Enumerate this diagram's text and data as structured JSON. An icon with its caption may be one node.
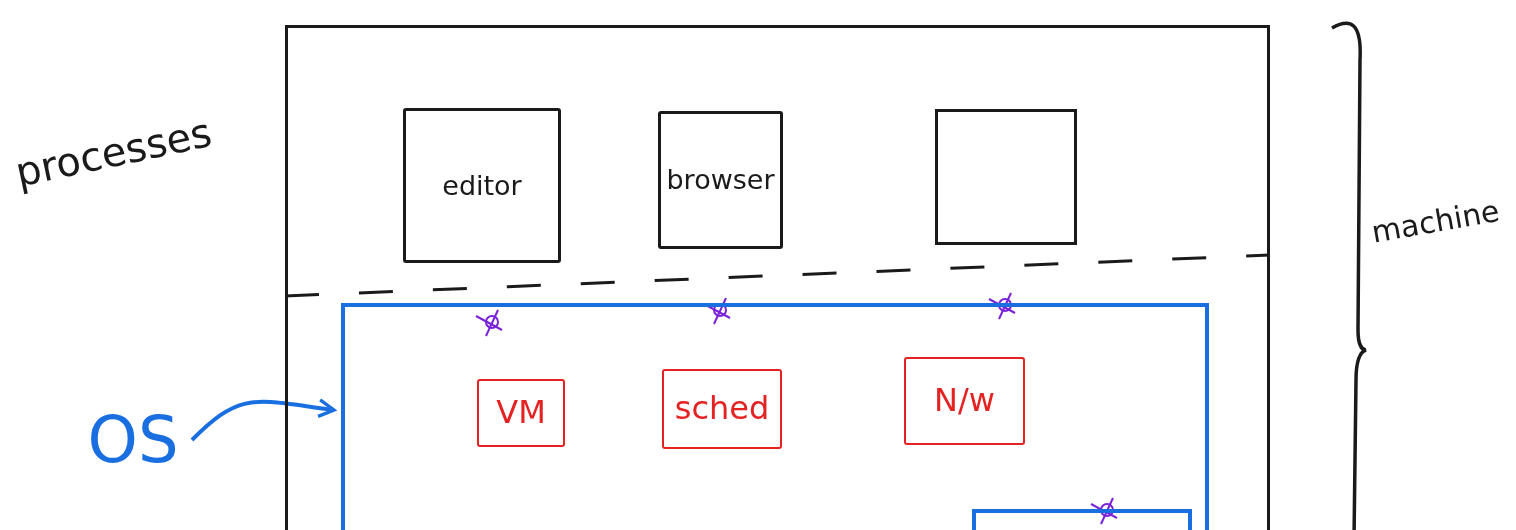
{
  "diagram": {
    "nodes": [
      {
        "text": [],
        "shape": "box",
        "beside": [
          "machine"
        ]
      },
      {
        "text": [
          "editor"
        ],
        "in": 0
      },
      {
        "text": [
          "browser"
        ],
        "in": 0
      },
      {
        "text": [],
        "shape": "box",
        "in": 0
      },
      {
        "text": [],
        "shape": "box",
        "in": 0
      },
      {
        "text": [
          "VM"
        ],
        "in": 4
      },
      {
        "text": [
          "sched"
        ],
        "in": 4
      },
      {
        "text": [
          "N/w"
        ],
        "in": 4
      },
      {
        "text": [
          "OS"
        ]
      },
      {
        "text": [],
        "shape": "box",
        "in": 4
      }
    ],
    "edges": [
      {
        "from": 8,
        "to": 4,
        "arrow": "to"
      }
    ],
    "labels": [
      "processes"
    ]
  }
}
